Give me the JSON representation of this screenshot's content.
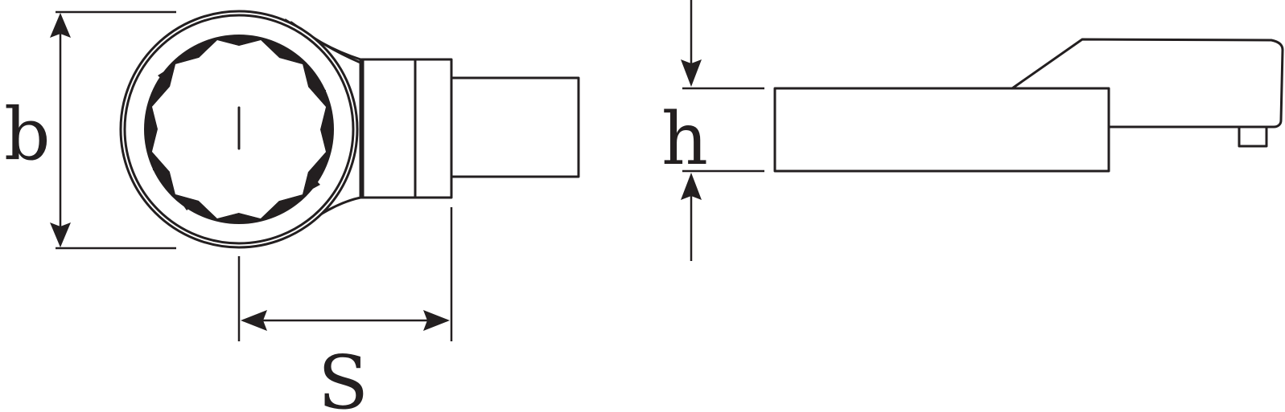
{
  "diagram": {
    "dimension_labels": {
      "b": "b",
      "s": "S",
      "h": "h"
    },
    "colors": {
      "line": "#231f20",
      "background": "#ffffff"
    }
  }
}
